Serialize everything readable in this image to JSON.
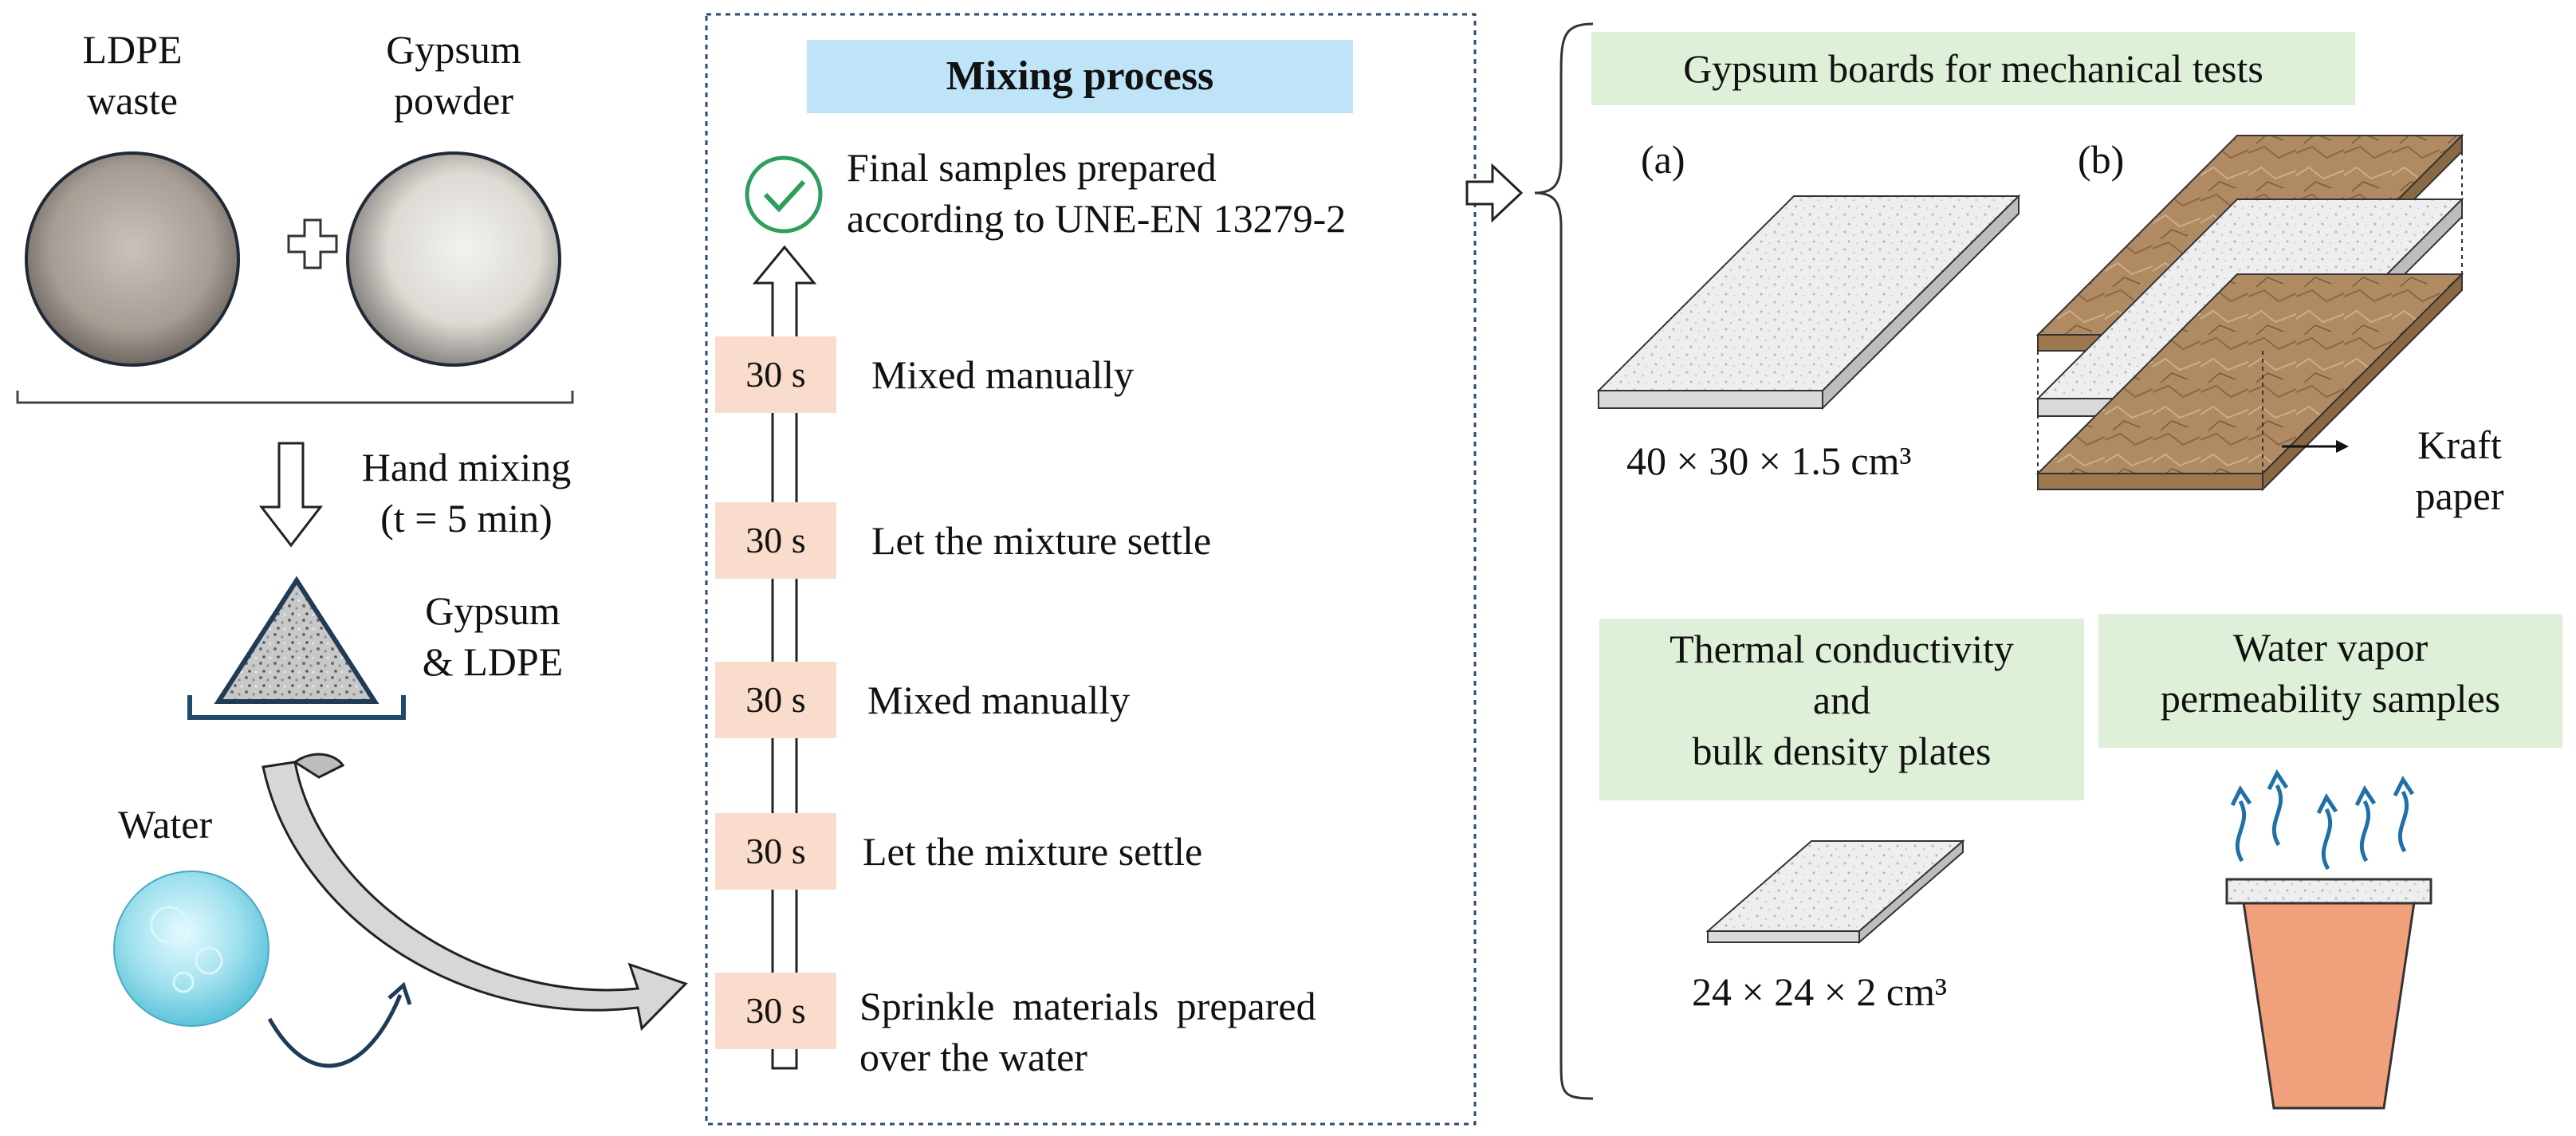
{
  "left": {
    "ldpe_label": [
      "LDPE",
      "waste"
    ],
    "gypsum_label": [
      "Gypsum",
      "powder"
    ],
    "hand_mixing": [
      "Hand mixing",
      "(t = 5 min)"
    ],
    "mix_label": [
      "Gypsum",
      "& LDPE"
    ],
    "water_label": "Water"
  },
  "mixing": {
    "title": "Mixing process",
    "final": [
      "Final samples prepared",
      "according to UNE-EN 13279-2"
    ],
    "steps": [
      {
        "time": "30 s",
        "text": [
          "Mixed manually"
        ]
      },
      {
        "time": "30 s",
        "text": [
          "Let the mixture settle"
        ]
      },
      {
        "time": "30 s",
        "text": [
          "Mixed manually"
        ]
      },
      {
        "time": "30 s",
        "text": [
          "Let the mixture settle"
        ]
      },
      {
        "time": "30 s",
        "text": [
          "Sprinkle materials prepared",
          "over the water"
        ]
      }
    ]
  },
  "right": {
    "boards_title": "Gypsum boards for mechanical tests",
    "label_a": "(a)",
    "label_b": "(b)",
    "dims_a": "40 × 30 × 1.5 cm³",
    "kraft": [
      "Kraft",
      "paper"
    ],
    "thermal_title": [
      "Thermal conductivity",
      "and",
      "bulk density plates"
    ],
    "dims_thermal": "24 × 24 × 2 cm³",
    "vapor_title": [
      "Water vapor",
      "permeability samples"
    ]
  },
  "colors": {
    "mixing_header": "#bfe3f7",
    "time_box": "#f9dccb",
    "green_box": "#dff0d8",
    "dashed_border": "#2e4a6b",
    "check_green": "#2e9e5b",
    "pot": "#f0a07a",
    "vapor_arrow": "#1f6fa8",
    "kraft": "#b08a62",
    "bracket": "#333333"
  },
  "icons": [
    "plus-icon",
    "check-circle-icon",
    "down-arrow-icon",
    "up-arrow-icon",
    "right-arrow-icon",
    "curved-arrow-icon"
  ]
}
